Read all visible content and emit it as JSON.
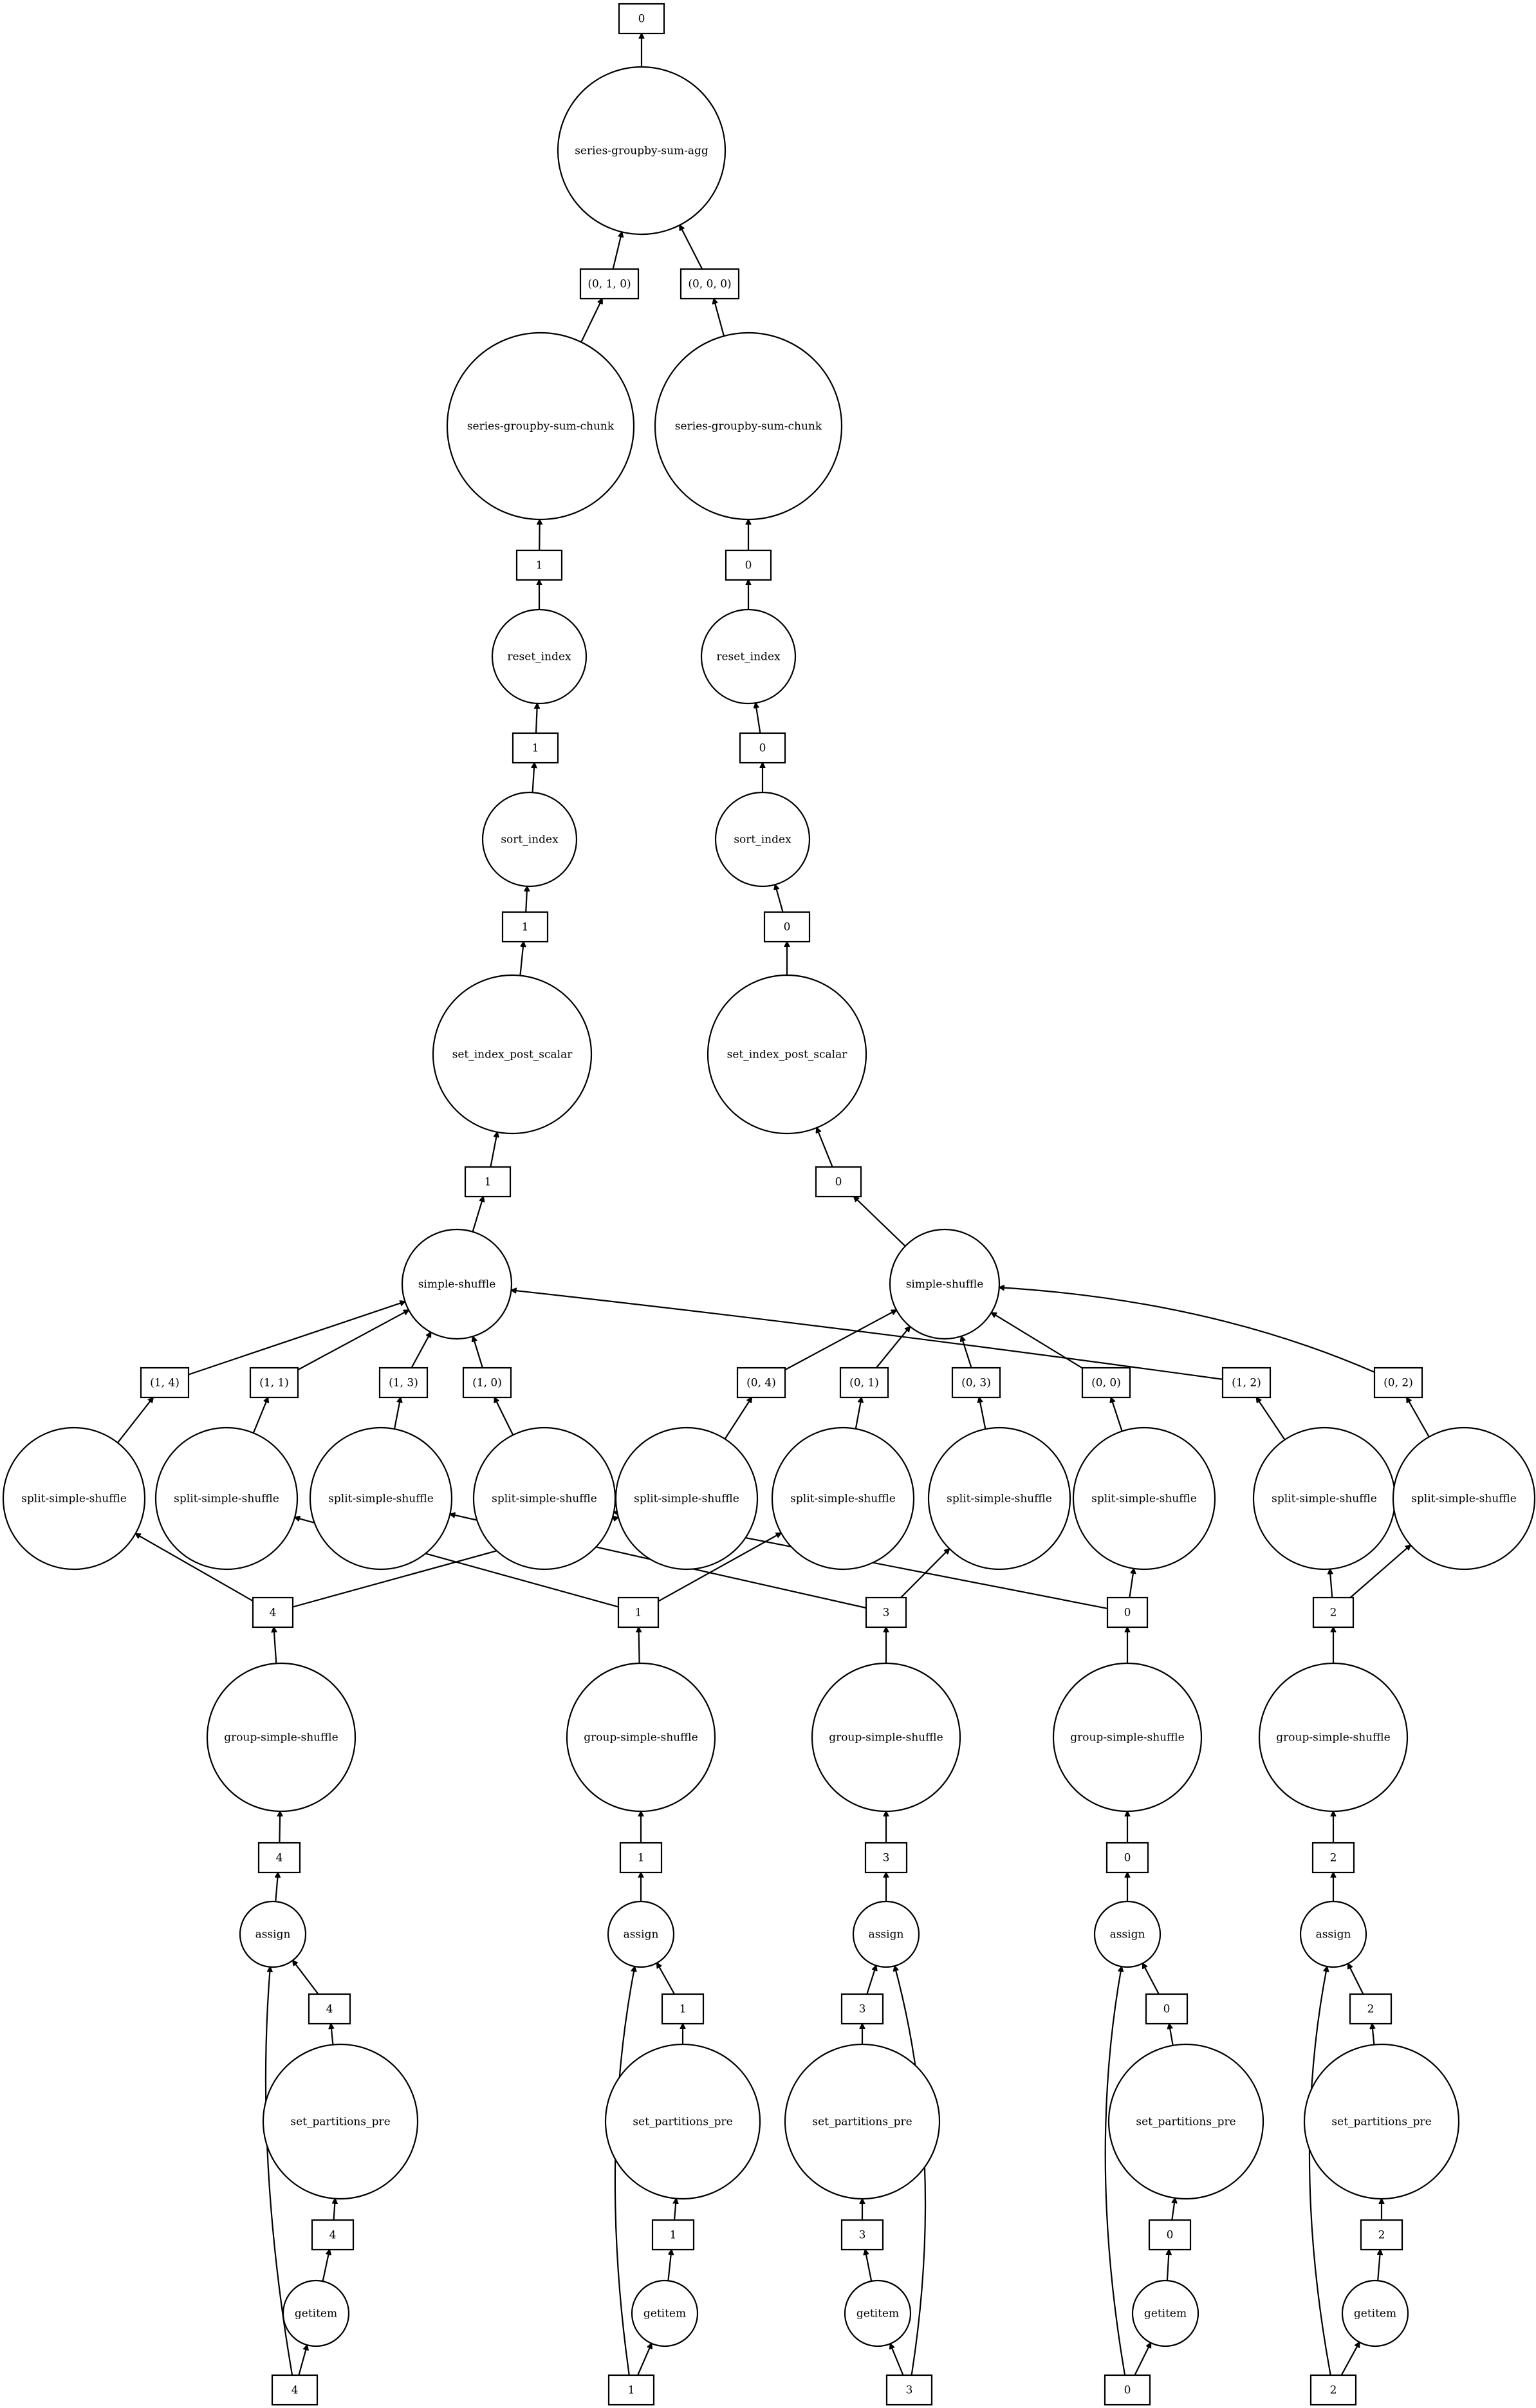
{
  "graph": {
    "nodes": [
      {
        "id": "out0",
        "kind": "data",
        "label": "0"
      },
      {
        "id": "agg",
        "kind": "op",
        "label": "series-groupby-sum-agg"
      },
      {
        "id": "d010",
        "kind": "data",
        "label": "(0, 1, 0)"
      },
      {
        "id": "d000",
        "kind": "data",
        "label": "(0, 0, 0)"
      },
      {
        "id": "chunk1",
        "kind": "op",
        "label": "series-groupby-sum-chunk"
      },
      {
        "id": "chunk0",
        "kind": "op",
        "label": "series-groupby-sum-chunk"
      },
      {
        "id": "d1a",
        "kind": "data",
        "label": "1"
      },
      {
        "id": "d0a",
        "kind": "data",
        "label": "0"
      },
      {
        "id": "reset1",
        "kind": "op",
        "label": "reset_index"
      },
      {
        "id": "reset0",
        "kind": "op",
        "label": "reset_index"
      },
      {
        "id": "d1b",
        "kind": "data",
        "label": "1"
      },
      {
        "id": "d0b",
        "kind": "data",
        "label": "0"
      },
      {
        "id": "sort1",
        "kind": "op",
        "label": "sort_index"
      },
      {
        "id": "sort0",
        "kind": "op",
        "label": "sort_index"
      },
      {
        "id": "d1c",
        "kind": "data",
        "label": "1"
      },
      {
        "id": "d0c",
        "kind": "data",
        "label": "0"
      },
      {
        "id": "sip1",
        "kind": "op",
        "label": "set_index_post_scalar"
      },
      {
        "id": "sip0",
        "kind": "op",
        "label": "set_index_post_scalar"
      },
      {
        "id": "d1d",
        "kind": "data",
        "label": "1"
      },
      {
        "id": "d0d",
        "kind": "data",
        "label": "0"
      },
      {
        "id": "ss1",
        "kind": "op",
        "label": "simple-shuffle"
      },
      {
        "id": "ss0",
        "kind": "op",
        "label": "simple-shuffle"
      },
      {
        "id": "t14",
        "kind": "data",
        "label": "(1, 4)"
      },
      {
        "id": "t11",
        "kind": "data",
        "label": "(1, 1)"
      },
      {
        "id": "t13",
        "kind": "data",
        "label": "(1, 3)"
      },
      {
        "id": "t10",
        "kind": "data",
        "label": "(1, 0)"
      },
      {
        "id": "t04",
        "kind": "data",
        "label": "(0, 4)"
      },
      {
        "id": "t01",
        "kind": "data",
        "label": "(0, 1)"
      },
      {
        "id": "t03",
        "kind": "data",
        "label": "(0, 3)"
      },
      {
        "id": "t00",
        "kind": "data",
        "label": "(0, 0)"
      },
      {
        "id": "t12",
        "kind": "data",
        "label": "(1, 2)"
      },
      {
        "id": "t02",
        "kind": "data",
        "label": "(0, 2)"
      },
      {
        "id": "sp1",
        "kind": "op",
        "label": "split-simple-shuffle"
      },
      {
        "id": "sp2",
        "kind": "op",
        "label": "split-simple-shuffle"
      },
      {
        "id": "sp3",
        "kind": "op",
        "label": "split-simple-shuffle"
      },
      {
        "id": "sp4",
        "kind": "op",
        "label": "split-simple-shuffle"
      },
      {
        "id": "sp5",
        "kind": "op",
        "label": "split-simple-shuffle"
      },
      {
        "id": "sp6",
        "kind": "op",
        "label": "split-simple-shuffle"
      },
      {
        "id": "sp7",
        "kind": "op",
        "label": "split-simple-shuffle"
      },
      {
        "id": "sp8",
        "kind": "op",
        "label": "split-simple-shuffle"
      },
      {
        "id": "sp9",
        "kind": "op",
        "label": "split-simple-shuffle"
      },
      {
        "id": "sp10",
        "kind": "op",
        "label": "split-simple-shuffle"
      },
      {
        "id": "gd4",
        "kind": "data",
        "label": "4"
      },
      {
        "id": "gd1",
        "kind": "data",
        "label": "1"
      },
      {
        "id": "gd3",
        "kind": "data",
        "label": "3"
      },
      {
        "id": "gd0",
        "kind": "data",
        "label": "0"
      },
      {
        "id": "gd2",
        "kind": "data",
        "label": "2"
      },
      {
        "id": "g4",
        "kind": "op",
        "label": "group-simple-shuffle"
      },
      {
        "id": "g1",
        "kind": "op",
        "label": "group-simple-shuffle"
      },
      {
        "id": "g3",
        "kind": "op",
        "label": "group-simple-shuffle"
      },
      {
        "id": "g0",
        "kind": "op",
        "label": "group-simple-shuffle"
      },
      {
        "id": "g2",
        "kind": "op",
        "label": "group-simple-shuffle"
      },
      {
        "id": "ad4",
        "kind": "data",
        "label": "4"
      },
      {
        "id": "ad1",
        "kind": "data",
        "label": "1"
      },
      {
        "id": "ad3",
        "kind": "data",
        "label": "3"
      },
      {
        "id": "ad0",
        "kind": "data",
        "label": "0"
      },
      {
        "id": "ad2",
        "kind": "data",
        "label": "2"
      },
      {
        "id": "as4",
        "kind": "op",
        "label": "assign"
      },
      {
        "id": "as1",
        "kind": "op",
        "label": "assign"
      },
      {
        "id": "as3",
        "kind": "op",
        "label": "assign"
      },
      {
        "id": "as0",
        "kind": "op",
        "label": "assign"
      },
      {
        "id": "as2",
        "kind": "op",
        "label": "assign"
      },
      {
        "id": "pd4",
        "kind": "data",
        "label": "4"
      },
      {
        "id": "pd1",
        "kind": "data",
        "label": "1"
      },
      {
        "id": "pd3",
        "kind": "data",
        "label": "3"
      },
      {
        "id": "pd0",
        "kind": "data",
        "label": "0"
      },
      {
        "id": "pd2",
        "kind": "data",
        "label": "2"
      },
      {
        "id": "sp_pre4",
        "kind": "op",
        "label": "set_partitions_pre"
      },
      {
        "id": "sp_pre1",
        "kind": "op",
        "label": "set_partitions_pre"
      },
      {
        "id": "sp_pre3",
        "kind": "op",
        "label": "set_partitions_pre"
      },
      {
        "id": "sp_pre0",
        "kind": "op",
        "label": "set_partitions_pre"
      },
      {
        "id": "sp_pre2",
        "kind": "op",
        "label": "set_partitions_pre"
      },
      {
        "id": "id4",
        "kind": "data",
        "label": "4"
      },
      {
        "id": "id1",
        "kind": "data",
        "label": "1"
      },
      {
        "id": "id3",
        "kind": "data",
        "label": "3"
      },
      {
        "id": "id0",
        "kind": "data",
        "label": "0"
      },
      {
        "id": "id2",
        "kind": "data",
        "label": "2"
      },
      {
        "id": "gi4",
        "kind": "op",
        "label": "getitem"
      },
      {
        "id": "gi1",
        "kind": "op",
        "label": "getitem"
      },
      {
        "id": "gi3",
        "kind": "op",
        "label": "getitem"
      },
      {
        "id": "gi0",
        "kind": "op",
        "label": "getitem"
      },
      {
        "id": "gi2",
        "kind": "op",
        "label": "getitem"
      },
      {
        "id": "in4",
        "kind": "data",
        "label": "4"
      },
      {
        "id": "in1",
        "kind": "data",
        "label": "1"
      },
      {
        "id": "in3",
        "kind": "data",
        "label": "3"
      },
      {
        "id": "in0",
        "kind": "data",
        "label": "0"
      },
      {
        "id": "in2",
        "kind": "data",
        "label": "2"
      }
    ],
    "edges": [
      [
        "agg",
        "out0"
      ],
      [
        "d010",
        "agg"
      ],
      [
        "d000",
        "agg"
      ],
      [
        "chunk1",
        "d010"
      ],
      [
        "chunk0",
        "d000"
      ],
      [
        "d1a",
        "chunk1"
      ],
      [
        "d0a",
        "chunk0"
      ],
      [
        "reset1",
        "d1a"
      ],
      [
        "reset0",
        "d0a"
      ],
      [
        "d1b",
        "reset1"
      ],
      [
        "d0b",
        "reset0"
      ],
      [
        "sort1",
        "d1b"
      ],
      [
        "sort0",
        "d0b"
      ],
      [
        "d1c",
        "sort1"
      ],
      [
        "d0c",
        "sort0"
      ],
      [
        "sip1",
        "d1c"
      ],
      [
        "sip0",
        "d0c"
      ],
      [
        "d1d",
        "sip1"
      ],
      [
        "d0d",
        "sip0"
      ],
      [
        "ss1",
        "d1d"
      ],
      [
        "ss0",
        "d0d"
      ],
      [
        "t14",
        "ss1"
      ],
      [
        "t11",
        "ss1"
      ],
      [
        "t13",
        "ss1"
      ],
      [
        "t10",
        "ss1"
      ],
      [
        "t12",
        "ss1"
      ],
      [
        "t04",
        "ss0"
      ],
      [
        "t01",
        "ss0"
      ],
      [
        "t03",
        "ss0"
      ],
      [
        "t00",
        "ss0"
      ],
      [
        "t02",
        "ss0"
      ],
      [
        "sp1",
        "t14"
      ],
      [
        "sp2",
        "t11"
      ],
      [
        "sp3",
        "t13"
      ],
      [
        "sp4",
        "t10"
      ],
      [
        "sp5",
        "t04"
      ],
      [
        "sp6",
        "t01"
      ],
      [
        "sp7",
        "t03"
      ],
      [
        "sp8",
        "t00"
      ],
      [
        "sp9",
        "t12"
      ],
      [
        "sp10",
        "t02"
      ],
      [
        "gd4",
        "sp1"
      ],
      [
        "gd4",
        "sp5"
      ],
      [
        "gd1",
        "sp2"
      ],
      [
        "gd1",
        "sp6"
      ],
      [
        "gd3",
        "sp3"
      ],
      [
        "gd3",
        "sp7"
      ],
      [
        "gd0",
        "sp4"
      ],
      [
        "gd0",
        "sp8"
      ],
      [
        "gd2",
        "sp9"
      ],
      [
        "gd2",
        "sp10"
      ],
      [
        "g4",
        "gd4"
      ],
      [
        "g1",
        "gd1"
      ],
      [
        "g3",
        "gd3"
      ],
      [
        "g0",
        "gd0"
      ],
      [
        "g2",
        "gd2"
      ],
      [
        "ad4",
        "g4"
      ],
      [
        "ad1",
        "g1"
      ],
      [
        "ad3",
        "g3"
      ],
      [
        "ad0",
        "g0"
      ],
      [
        "ad2",
        "g2"
      ],
      [
        "as4",
        "ad4"
      ],
      [
        "as1",
        "ad1"
      ],
      [
        "as3",
        "ad3"
      ],
      [
        "as0",
        "ad0"
      ],
      [
        "as2",
        "ad2"
      ],
      [
        "pd4",
        "as4"
      ],
      [
        "pd1",
        "as1"
      ],
      [
        "pd3",
        "as3"
      ],
      [
        "pd0",
        "as0"
      ],
      [
        "pd2",
        "as2"
      ],
      [
        "sp_pre4",
        "pd4"
      ],
      [
        "sp_pre1",
        "pd1"
      ],
      [
        "sp_pre3",
        "pd3"
      ],
      [
        "sp_pre0",
        "pd0"
      ],
      [
        "sp_pre2",
        "pd2"
      ],
      [
        "id4",
        "sp_pre4"
      ],
      [
        "id1",
        "sp_pre1"
      ],
      [
        "id3",
        "sp_pre3"
      ],
      [
        "id0",
        "sp_pre0"
      ],
      [
        "id2",
        "sp_pre2"
      ],
      [
        "gi4",
        "id4"
      ],
      [
        "gi1",
        "id1"
      ],
      [
        "gi3",
        "id3"
      ],
      [
        "gi0",
        "id0"
      ],
      [
        "gi2",
        "id2"
      ],
      [
        "in4",
        "gi4"
      ],
      [
        "in1",
        "gi1"
      ],
      [
        "in3",
        "gi3"
      ],
      [
        "in0",
        "gi0"
      ],
      [
        "in2",
        "gi2"
      ],
      [
        "in4",
        "as4"
      ],
      [
        "in1",
        "as1"
      ],
      [
        "in3",
        "as3"
      ],
      [
        "in0",
        "as0"
      ],
      [
        "in2",
        "as2"
      ]
    ]
  }
}
